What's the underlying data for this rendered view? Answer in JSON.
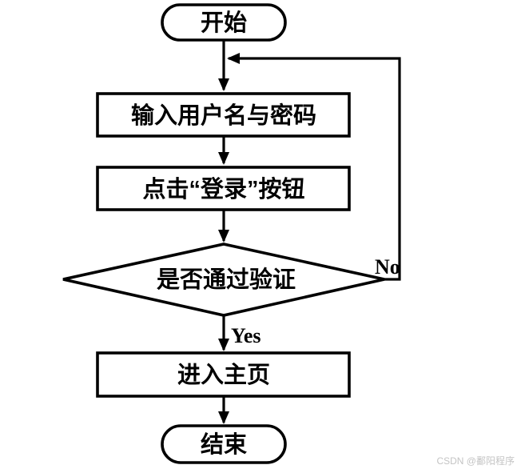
{
  "flowchart": {
    "nodes": [
      {
        "id": "start",
        "shape": "terminator",
        "label": "开始"
      },
      {
        "id": "input-credentials",
        "shape": "process",
        "label": "输入用户名与密码"
      },
      {
        "id": "click-login",
        "shape": "process",
        "label": "点击“登录”按钮"
      },
      {
        "id": "verify",
        "shape": "decision",
        "label": "是否通过验证"
      },
      {
        "id": "enter-home",
        "shape": "process",
        "label": "进入主页"
      },
      {
        "id": "end",
        "shape": "terminator",
        "label": "结束"
      }
    ],
    "edges": [
      {
        "from": "start",
        "to": "input-credentials",
        "label": ""
      },
      {
        "from": "input-credentials",
        "to": "click-login",
        "label": ""
      },
      {
        "from": "click-login",
        "to": "verify",
        "label": ""
      },
      {
        "from": "verify",
        "to": "enter-home",
        "label": "Yes"
      },
      {
        "from": "verify",
        "to": "input-credentials",
        "label": "No"
      },
      {
        "from": "enter-home",
        "to": "end",
        "label": ""
      }
    ]
  },
  "watermark": {
    "text": "CSDN @鄱阳程序"
  },
  "colors": {
    "stroke": "#000000",
    "node_fill": "#ffffff",
    "background": "#ffffff",
    "watermark": "#c4c4c4"
  }
}
